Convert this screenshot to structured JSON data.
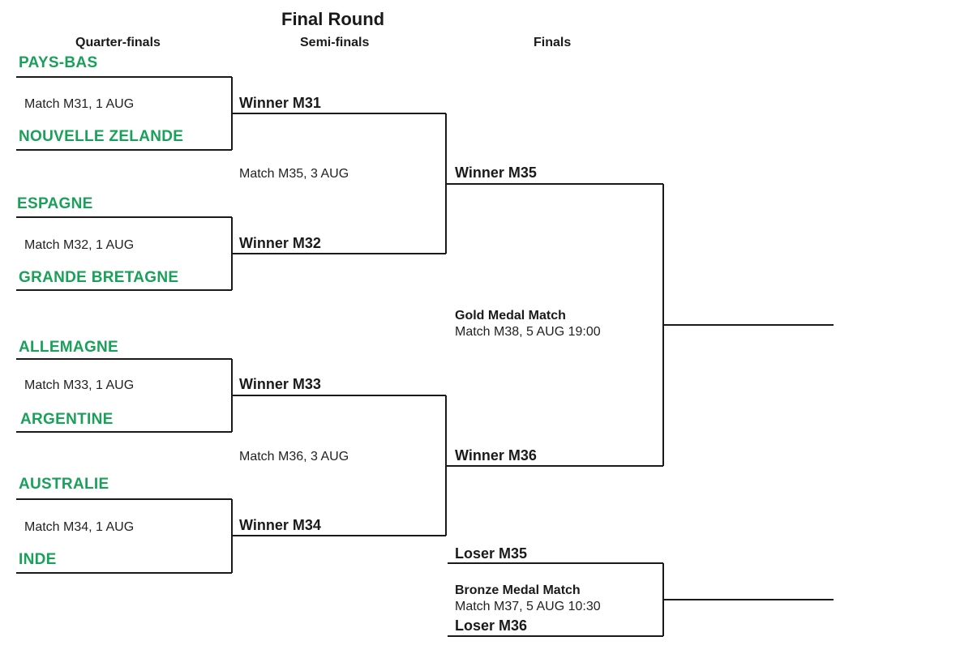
{
  "title": "Final Round",
  "headers": {
    "quarter": "Quarter-finals",
    "semi": "Semi-finals",
    "finals": "Finals"
  },
  "quarterfinals": [
    {
      "team_a": "PAYS-BAS",
      "team_b": "NOUVELLE ZELANDE",
      "match": "Match M31, 1 AUG"
    },
    {
      "team_a": "ESPAGNE",
      "team_b": "GRANDE BRETAGNE",
      "match": "Match M32, 1 AUG"
    },
    {
      "team_a": "ALLEMAGNE",
      "team_b": "ARGENTINE",
      "match": "Match M33, 1 AUG"
    },
    {
      "team_a": "AUSTRALIE",
      "team_b": "INDE",
      "match": "Match M34, 1 AUG"
    }
  ],
  "semifinals": [
    {
      "slot_a": "Winner M31",
      "slot_b": "Winner M32",
      "match": "Match M35, 3 AUG"
    },
    {
      "slot_a": "Winner M33",
      "slot_b": "Winner M34",
      "match": "Match M36, 3 AUG"
    }
  ],
  "gold": {
    "slot_a": "Winner M35",
    "slot_b": "Winner M36",
    "label": "Gold Medal Match",
    "match": "Match M38, 5 AUG 19:00"
  },
  "bronze": {
    "slot_a": "Loser M35",
    "slot_b": "Loser M36",
    "label": "Bronze Medal Match",
    "match": "Match M37, 5 AUG 10:30"
  },
  "colors": {
    "team": "#1aa05a",
    "line": "#1a1a1a"
  }
}
